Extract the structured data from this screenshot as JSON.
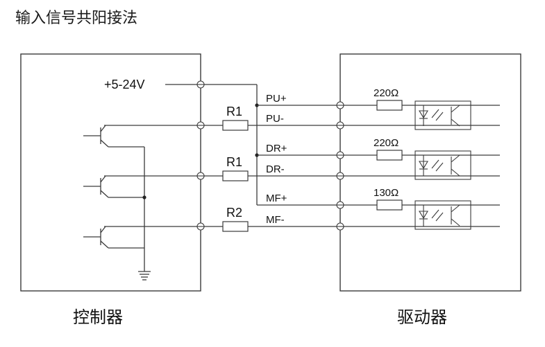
{
  "title": "输入信号共阳接法",
  "controller": {
    "label": "控制器",
    "supply_label": "+5-24V"
  },
  "driver": {
    "label": "驱动器"
  },
  "signals": [
    {
      "plus": "PU+",
      "minus": "PU-",
      "series_resistor": "R1",
      "input_resistor": "220Ω"
    },
    {
      "plus": "DR+",
      "minus": "DR-",
      "series_resistor": "R1",
      "input_resistor": "220Ω"
    },
    {
      "plus": "MF+",
      "minus": "MF-",
      "series_resistor": "R2",
      "input_resistor": "130Ω"
    }
  ]
}
